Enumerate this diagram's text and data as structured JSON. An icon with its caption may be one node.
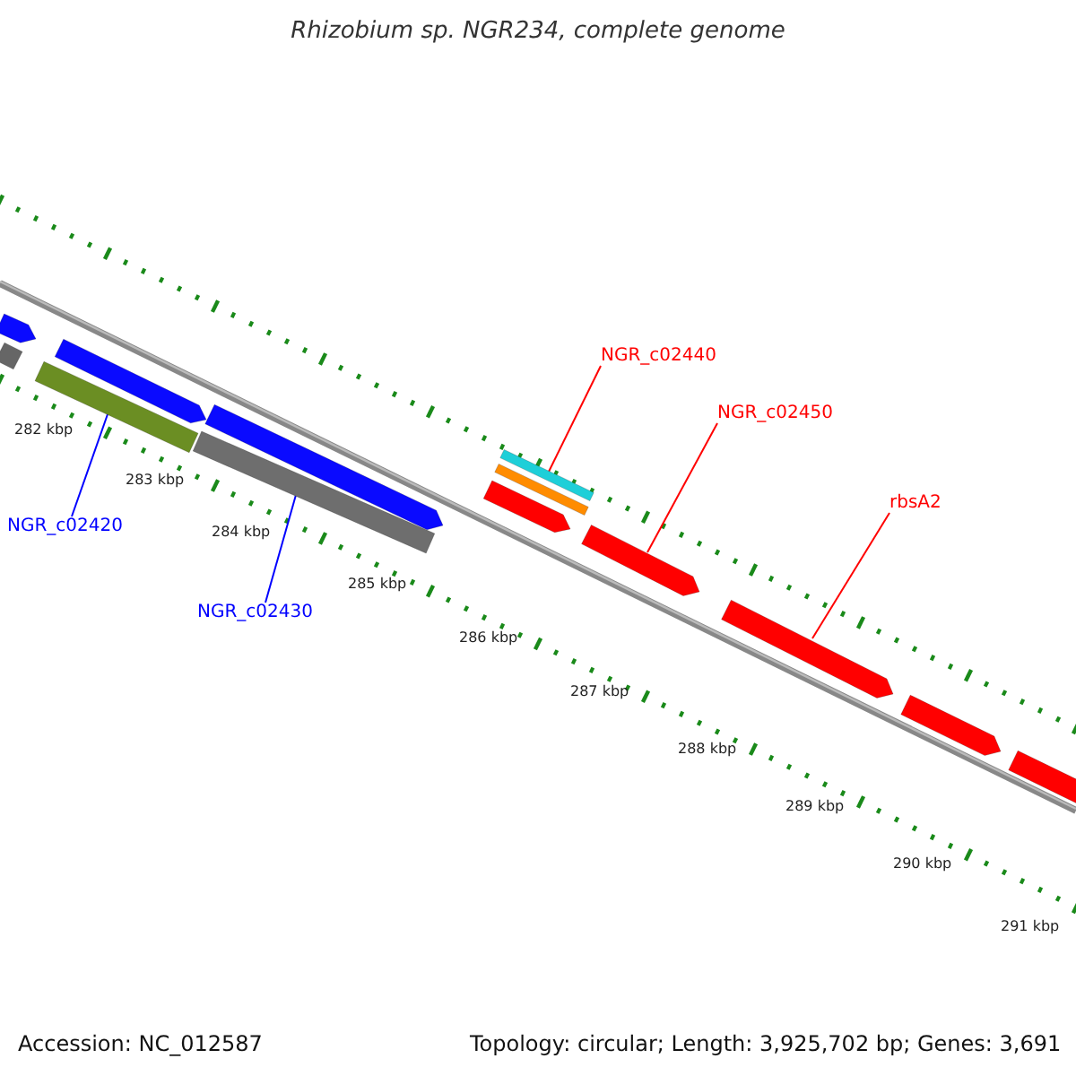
{
  "diagram": {
    "title": "Rhizobium sp. NGR234, complete genome",
    "nodes": [
      {
        "text": [
          "NGR_c02420"
        ]
      },
      {
        "text": [],
        "shape": "bar"
      },
      {
        "text": [
          "NGR_c02430"
        ]
      },
      {
        "text": [],
        "shape": "bar"
      },
      {
        "text": [
          "NGR_c02440"
        ]
      },
      {
        "text": [],
        "shape": "bar"
      },
      {
        "text": [
          "NGR_c02450"
        ]
      },
      {
        "text": [],
        "shape": "bar"
      },
      {
        "text": [
          "rbsA2"
        ]
      },
      {
        "text": [],
        "shape": "bar"
      },
      {
        "text": [],
        "shape": "bar"
      },
      {
        "text": [],
        "shape": "bar"
      },
      {
        "text": [],
        "shape": "bar"
      },
      {
        "text": [],
        "shape": "bar"
      },
      {
        "text": [],
        "shape": "bar"
      },
      {
        "text": [],
        "shape": "bar"
      },
      {
        "text": [],
        "shape": "bar"
      },
      {
        "text": [],
        "shape": "bar"
      }
    ],
    "edges": [
      {
        "from": 0,
        "to": 1,
        "arrow": "none",
        "color": "#0000ff"
      },
      {
        "from": 2,
        "to": 3,
        "arrow": "none",
        "color": "#0000ff"
      },
      {
        "from": 4,
        "to": 5,
        "arrow": "none",
        "color": "#ff0000"
      },
      {
        "from": 6,
        "to": 7,
        "arrow": "none",
        "color": "#ff0000"
      },
      {
        "from": 8,
        "to": 9,
        "arrow": "none",
        "color": "#ff0000"
      }
    ],
    "labels": [
      "282 kbp",
      "283 kbp",
      "284 kbp",
      "285 kbp",
      "286 kbp",
      "287 kbp",
      "288 kbp",
      "289 kbp",
      "290 kbp",
      "291 kbp",
      "Accession: NC_012587",
      "Topology: circular; Length: 3,925,702 bp; Genes: 3,691"
    ]
  }
}
